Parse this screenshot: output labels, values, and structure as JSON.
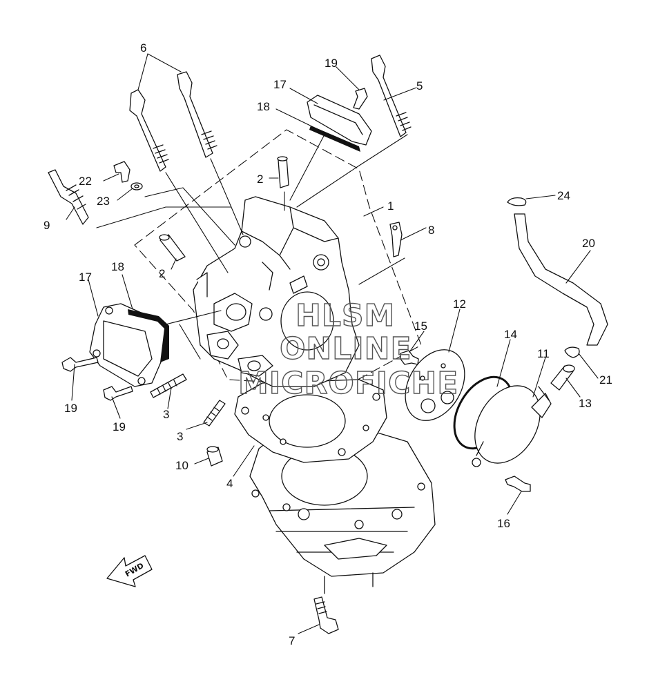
{
  "colors": {
    "line": "#111111",
    "background": "#ffffff",
    "watermark": "#555555"
  },
  "watermark": {
    "line1": "HLSM",
    "line2": "ONLINE",
    "line3": "MICROFICHE"
  },
  "fwd_arrow": {
    "label": "FWD"
  },
  "callouts": {
    "c1": "1",
    "c2a": "2",
    "c2b": "2",
    "c3a": "3",
    "c3b": "3",
    "c4": "4",
    "c5": "5",
    "c6": "6",
    "c7": "7",
    "c8": "8",
    "c9": "9",
    "c10": "10",
    "c11": "11",
    "c12": "12",
    "c13": "13",
    "c14": "14",
    "c15": "15",
    "c16": "16",
    "c17a": "17",
    "c17b": "17",
    "c18a": "18",
    "c18b": "18",
    "c19a": "19",
    "c19b": "19",
    "c19c": "19",
    "c20": "20",
    "c21": "21",
    "c22": "22",
    "c23": "23",
    "c24": "24"
  }
}
